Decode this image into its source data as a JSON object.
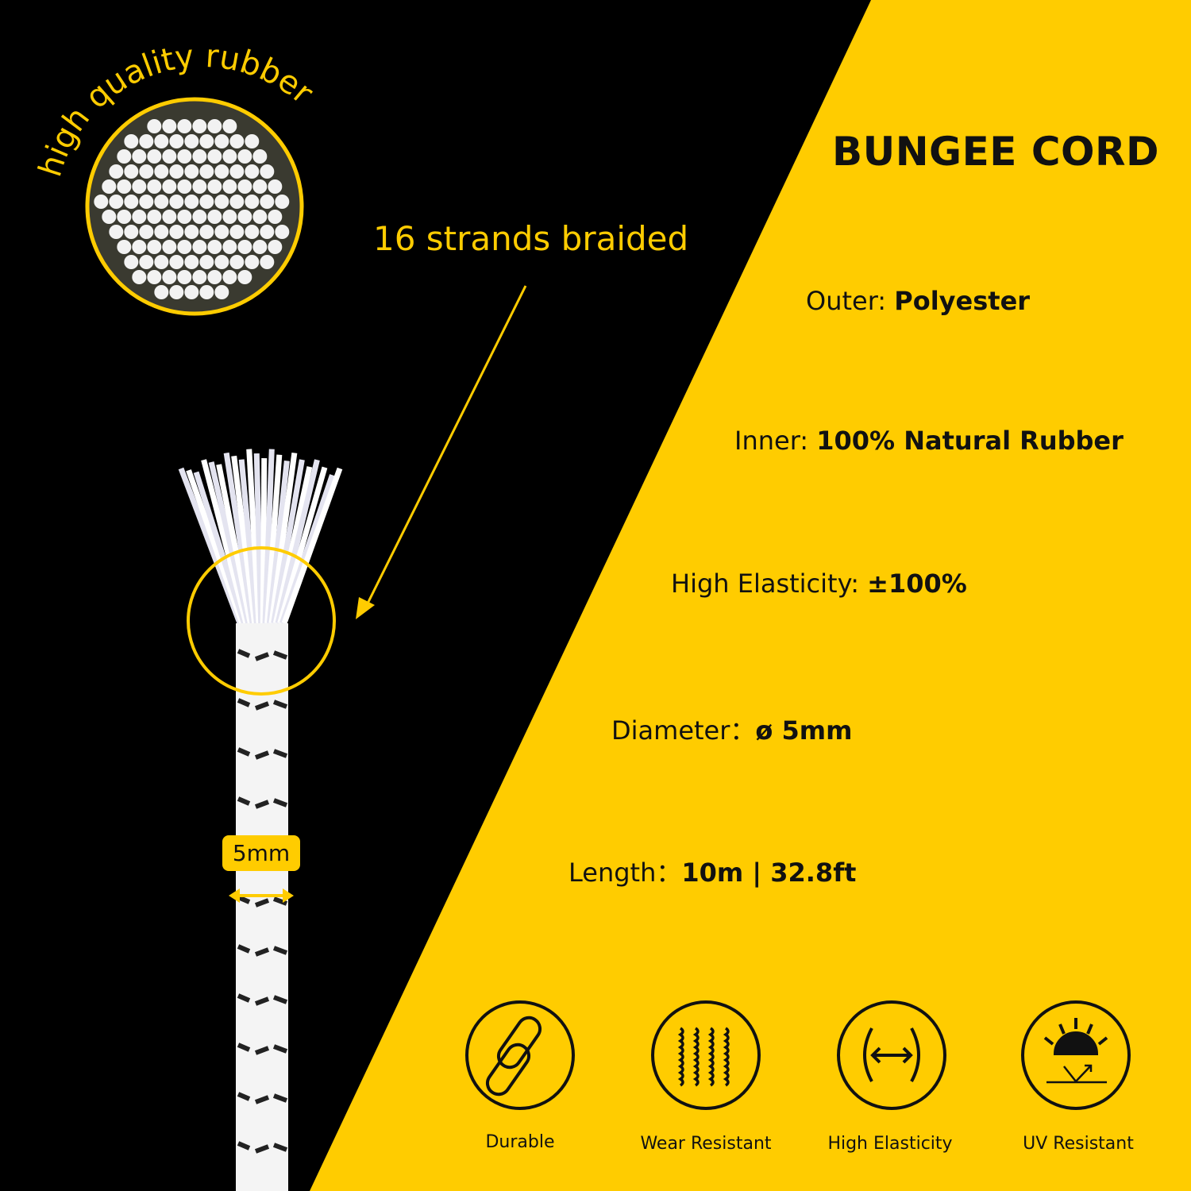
{
  "colors": {
    "accent": "#FFCC00",
    "background": "#000000",
    "text": "#111111"
  },
  "title": "BUNGEE CORD",
  "callouts": {
    "arc_label": "high quality rubber",
    "strands": "16 strands braided",
    "diameter_badge": "5mm"
  },
  "specs": [
    {
      "label": "Outer: ",
      "value": "Polyester"
    },
    {
      "label": "Inner: ",
      "value": "100% Natural Rubber"
    },
    {
      "label": "High Elasticity:  ",
      "value": "±100%"
    },
    {
      "label": "Diameter：",
      "value": "ø 5mm"
    },
    {
      "label": "Length：",
      "value": "10m | 32.8ft"
    }
  ],
  "features": [
    {
      "label": "Durable",
      "icon": "chain-link-icon"
    },
    {
      "label": "Wear Resistant",
      "icon": "wavy-lines-icon"
    },
    {
      "label": "High Elasticity",
      "icon": "stretch-arrows-icon"
    },
    {
      "label": "UV Resistant",
      "icon": "sun-uv-icon"
    }
  ]
}
